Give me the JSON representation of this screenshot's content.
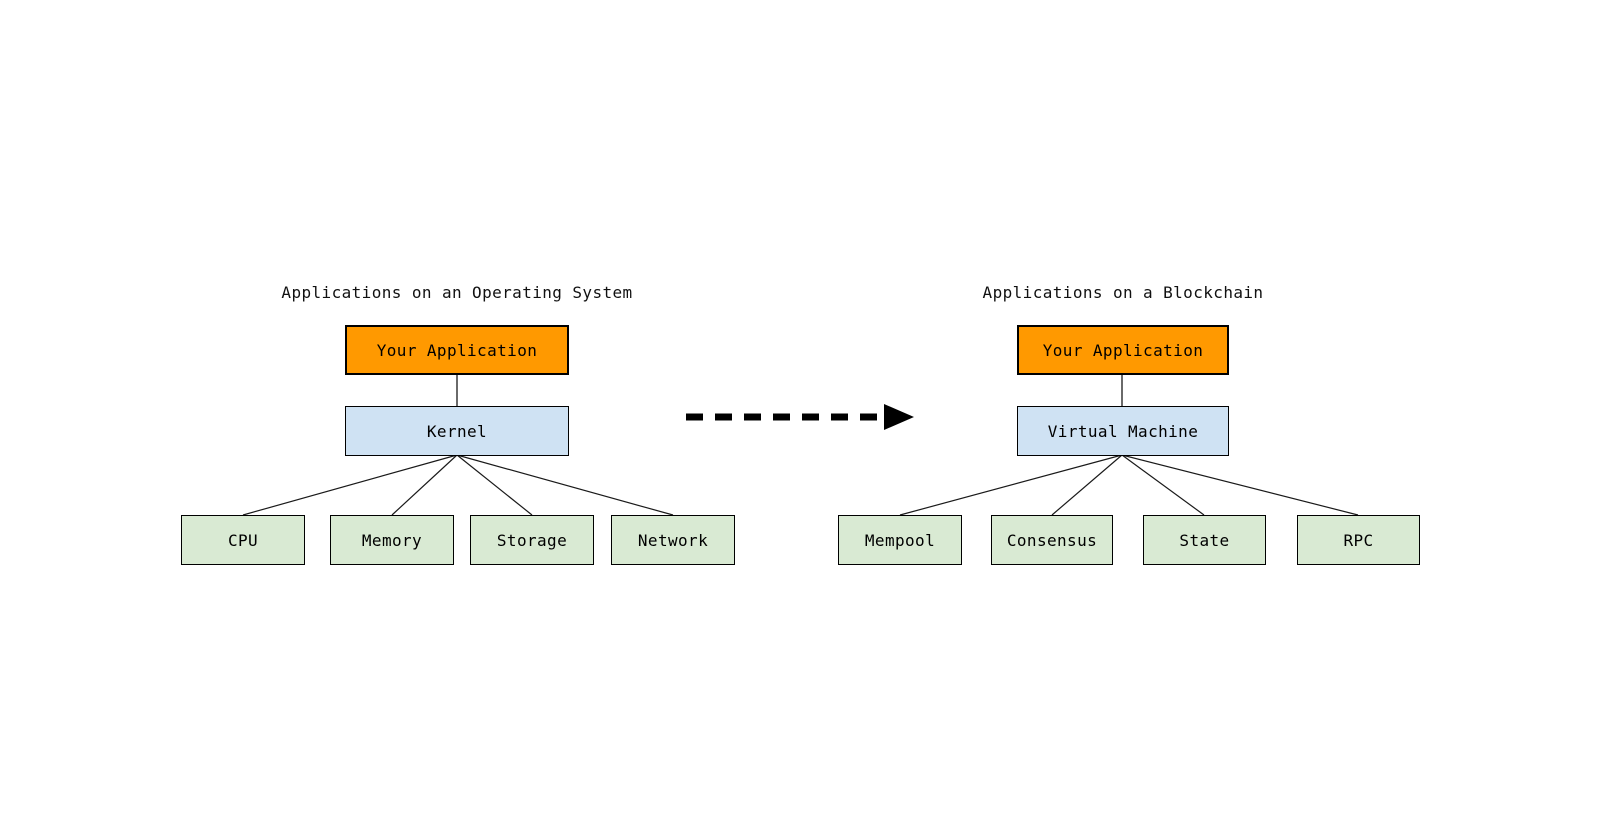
{
  "diagram": {
    "left": {
      "title": "Applications on an Operating System",
      "app_label": "Your Application",
      "core_label": "Kernel",
      "leaves": [
        "CPU",
        "Memory",
        "Storage",
        "Network"
      ]
    },
    "right": {
      "title": "Applications on a Blockchain",
      "app_label": "Your Application",
      "core_label": "Virtual Machine",
      "leaves": [
        "Mempool",
        "Consensus",
        "State",
        "RPC"
      ]
    },
    "arrow": {
      "icon": "dashed-right-arrow",
      "color": "#000000"
    },
    "colors": {
      "app_fill": "#FF9900",
      "core_fill": "#CFE2F3",
      "leaf_fill": "#D9EAD3",
      "border": "#000000",
      "line": "#1a1a1a",
      "background": "#FFFFFF"
    }
  }
}
